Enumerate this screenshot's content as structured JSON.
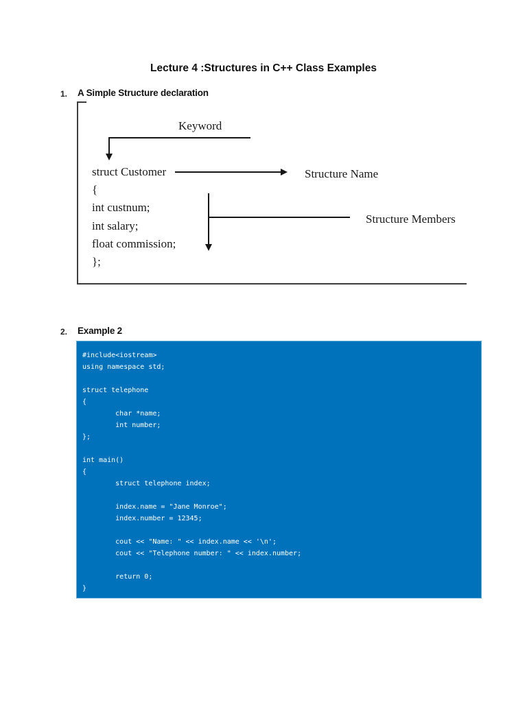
{
  "page": {
    "title": "Lecture 4 :Structures in C++ Class Examples"
  },
  "items": [
    {
      "number": "1.",
      "label": "A Simple Structure declaration"
    },
    {
      "number": "2.",
      "label": "Example 2"
    }
  ],
  "diagram": {
    "keyword_label": "Keyword",
    "structure_name_label": "Structure Name",
    "structure_members_label": "Structure Members",
    "code": "struct Customer\n{\nint custnum;\nint salary;\nfloat commission;\n};"
  },
  "example2": {
    "background_color": "#0072BC",
    "text_color": "#FFFFFF",
    "code": "#include<iostream>\nusing namespace std;\n\nstruct telephone\n{\n        char *name;\n        int number;\n};\n\nint main()\n{\n        struct telephone index;\n\n        index.name = \"Jane Monroe\";\n        index.number = 12345;\n\n        cout << \"Name: \" << index.name << '\\n';\n        cout << \"Telephone number: \" << index.number;\n\n        return 0;\n}"
  }
}
